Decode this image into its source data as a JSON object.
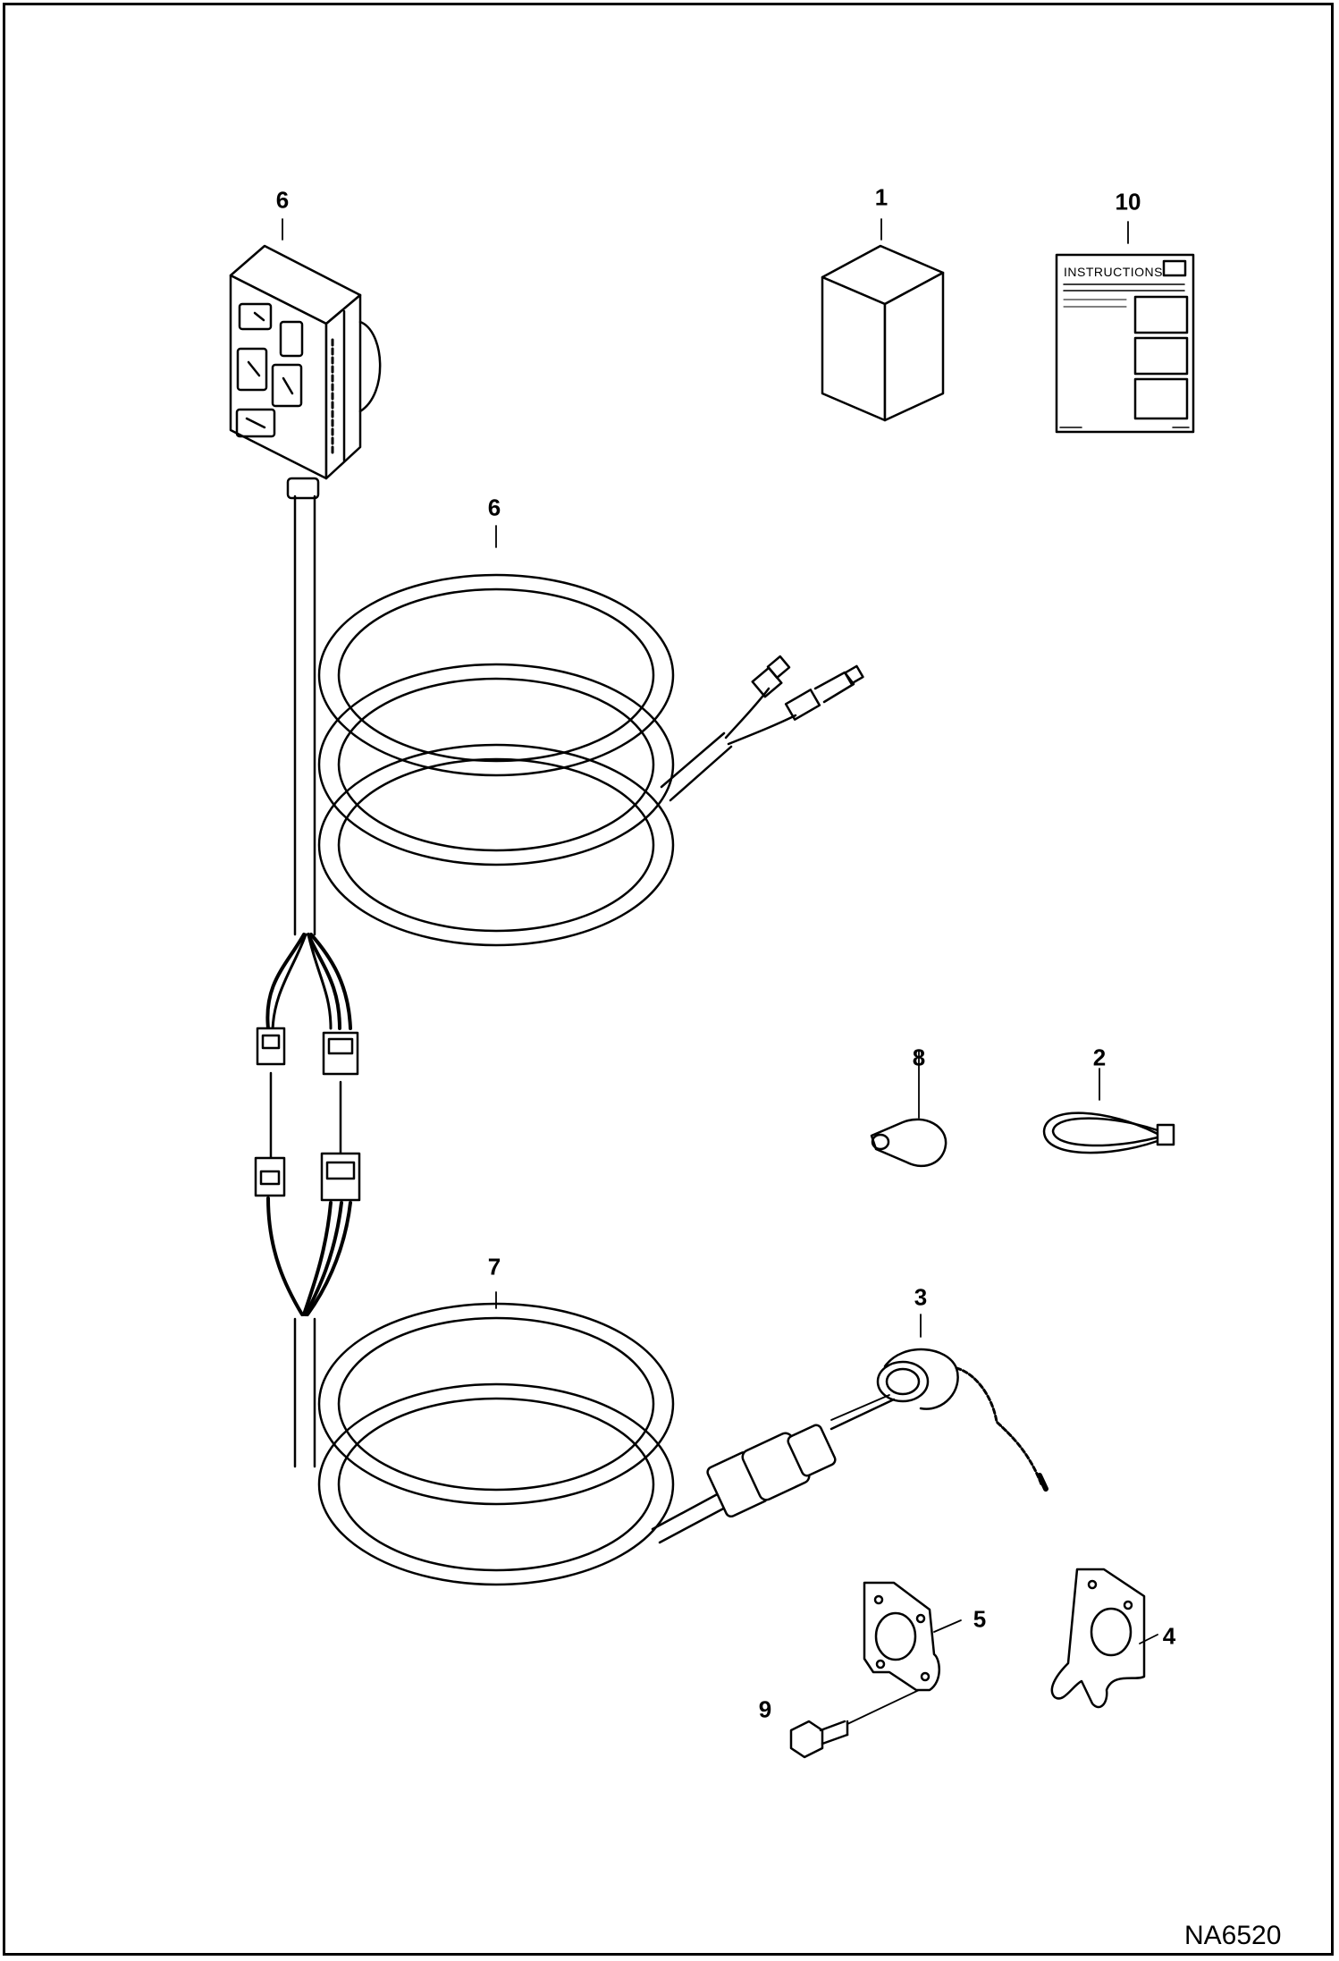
{
  "diagram": {
    "drawing_id": "NA6520",
    "instructions_label": "INSTRUCTIONS",
    "callouts": [
      {
        "key": "c1",
        "label": "1"
      },
      {
        "key": "c2",
        "label": "2"
      },
      {
        "key": "c3",
        "label": "3"
      },
      {
        "key": "c4",
        "label": "4"
      },
      {
        "key": "c5",
        "label": "5"
      },
      {
        "key": "c6a",
        "label": "6"
      },
      {
        "key": "c6b",
        "label": "6"
      },
      {
        "key": "c7",
        "label": "7"
      },
      {
        "key": "c8",
        "label": "8"
      },
      {
        "key": "c9",
        "label": "9"
      },
      {
        "key": "c10",
        "label": "10"
      }
    ]
  }
}
